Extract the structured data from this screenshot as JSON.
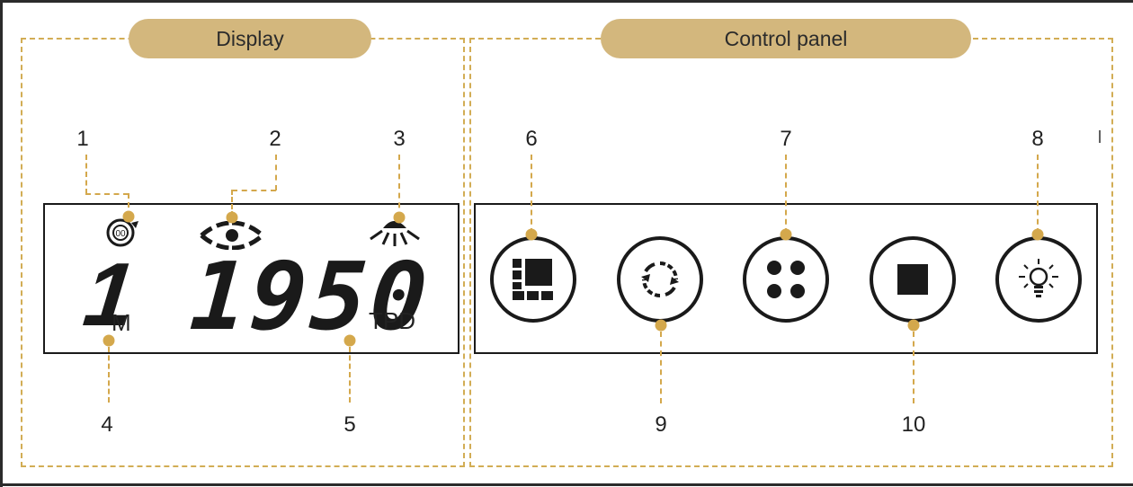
{
  "display_section": {
    "title": "Display"
  },
  "control_section": {
    "title": "Control panel"
  },
  "lcd": {
    "mode_digit": "1",
    "mode_unit": "M",
    "counter_value": "1950",
    "counter_unit": "TPD"
  },
  "callouts": {
    "c1": "1",
    "c2": "2",
    "c3": "3",
    "c4": "4",
    "c5": "5",
    "c6": "6",
    "c7": "7",
    "c8": "8",
    "c9": "9",
    "c10": "10"
  },
  "stray_mark": "I",
  "colors": {
    "accent_pill": "#d3b77d",
    "dashed_border": "#d2ad55",
    "callout_dot": "#d4a84c",
    "ink": "#1a1a1a"
  },
  "icons": {
    "display_1": "timer-cycle-icon",
    "display_2": "eye-icon",
    "display_3": "lamp-light-icon",
    "button_6": "grid-layout-icon",
    "button_7": "four-dots-icon",
    "button_8": "lightbulb-icon",
    "button_9": "refresh-cycle-icon",
    "button_10": "stop-square-icon"
  }
}
